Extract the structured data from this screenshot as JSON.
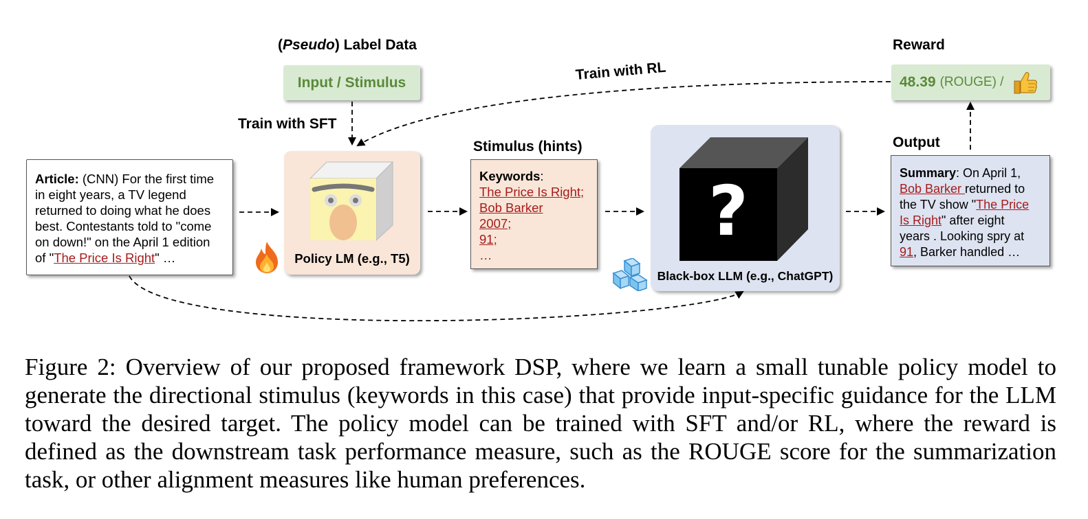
{
  "label_data": {
    "header_prefix": "(",
    "header_italic": "Pseudo",
    "header_suffix": ") Label Data",
    "box_text": "Input / Stimulus"
  },
  "train_sft": "Train with SFT",
  "train_rl": "Train with RL",
  "reward": {
    "header": "Reward",
    "score": "48.39",
    "metric": "(ROUGE) /",
    "icon": "thumbs-up-icon"
  },
  "article": {
    "label": "Article:",
    "text_lines": [
      " (CNN) For the first time",
      "in eight years, a TV legend",
      "returned to doing what he does",
      "best. Contestants told to \"come",
      "on down!\" on the April 1 edition"
    ],
    "last_prefix": "of \"",
    "last_link": "The Price Is Right",
    "last_suffix": "\" …"
  },
  "policy": {
    "label": "Policy LM (e.g., T5)",
    "icon": "fire-icon"
  },
  "stimulus": {
    "header": "Stimulus (hints)",
    "label": "Keywords",
    "colon": ":",
    "keywords": [
      "The Price Is Right;",
      "Bob Barker",
      "2007;",
      "91;"
    ],
    "ellipsis": "…"
  },
  "blackbox": {
    "label": "Black-box LLM (e.g., ChatGPT)",
    "cube_icon": "question-cube-icon",
    "ice_icon": "ice-cube-icon"
  },
  "output": {
    "header": "Output",
    "label": "Summary",
    "l1": ": On April 1,",
    "l2_link": "Bob Barker ",
    "l2_rest": "returned to",
    "l3_pre": "the TV show \"",
    "l3_link": "The Price",
    "l4_link": "Is Right",
    "l4_rest": "\" after eight",
    "l5": "years . Looking spry at",
    "l6_link": "91",
    "l6_rest": ", Barker handled …"
  },
  "caption": "Figure 2: Overview of our proposed framework DSP, where we learn a small tunable policy model to generate the directional stimulus (keywords in this case) that provide input-specific guidance for the LLM toward the desired target. The policy model can be trained with SFT and/or RL, where the reward is defined as the downstream task performance measure, such as the ROUGE score for the summarization task, or other alignment measures like human preferences.",
  "colors": {
    "green_fill": "#d9ead3",
    "green_text": "#5a8a3a",
    "link_red": "#a61c1c",
    "peach_fill": "#f9e6d8",
    "blue_fill": "#dde3f1"
  }
}
